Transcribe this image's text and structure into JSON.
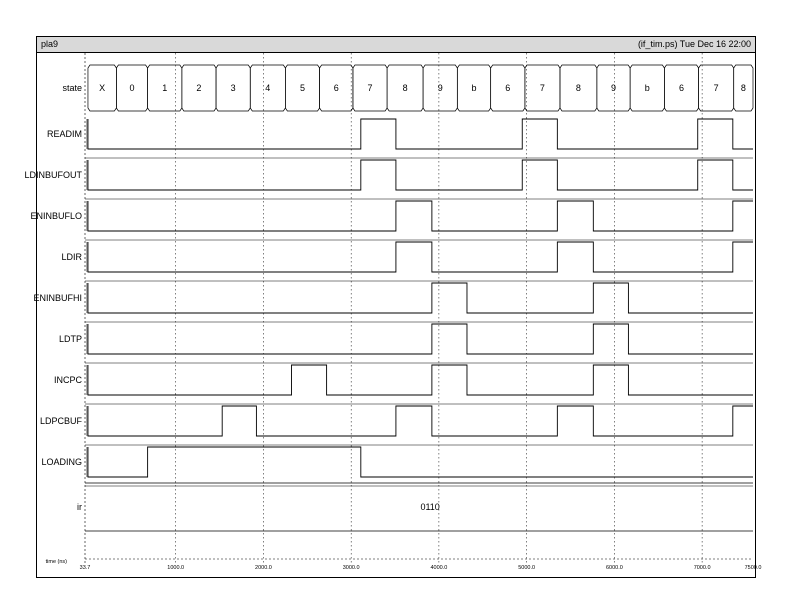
{
  "header": {
    "left_title": "pla9",
    "right_title": "(if_tim.ps)  Tue Dec 16 22:00"
  },
  "state_bus": {
    "label": "state",
    "values": [
      "X",
      "0",
      "1",
      "2",
      "3",
      "4",
      "5",
      "6",
      "7",
      "8",
      "9",
      "b",
      "6",
      "7",
      "8",
      "9",
      "b",
      "6",
      "7",
      "8"
    ],
    "times": [
      0,
      324,
      680,
      1070,
      1460,
      1850,
      2250,
      2640,
      3020,
      3410,
      3820,
      4210,
      4590,
      4980,
      5380,
      5800,
      6180,
      6570,
      6960,
      7360
    ]
  },
  "signals": [
    {
      "name": "READIM",
      "transitions": [
        [
          3110,
          1
        ],
        [
          3510,
          0
        ],
        [
          4950,
          1
        ],
        [
          5350,
          0
        ],
        [
          6950,
          1
        ],
        [
          7350,
          0
        ]
      ]
    },
    {
      "name": "LDINBUFOUT",
      "transitions": [
        [
          3110,
          1
        ],
        [
          3510,
          0
        ],
        [
          4950,
          1
        ],
        [
          5350,
          0
        ],
        [
          6950,
          1
        ],
        [
          7350,
          0
        ]
      ]
    },
    {
      "name": "ENINBUFLO",
      "transitions": [
        [
          3510,
          1
        ],
        [
          3920,
          0
        ],
        [
          5350,
          1
        ],
        [
          5760,
          0
        ],
        [
          7350,
          1
        ]
      ]
    },
    {
      "name": "LDIR",
      "transitions": [
        [
          3510,
          1
        ],
        [
          3920,
          0
        ],
        [
          5350,
          1
        ],
        [
          5760,
          0
        ],
        [
          7350,
          1
        ]
      ]
    },
    {
      "name": "ENINBUFHI",
      "transitions": [
        [
          3920,
          1
        ],
        [
          4320,
          0
        ],
        [
          5760,
          1
        ],
        [
          6160,
          0
        ]
      ]
    },
    {
      "name": "LDTP",
      "transitions": [
        [
          3920,
          1
        ],
        [
          4320,
          0
        ],
        [
          5760,
          1
        ],
        [
          6160,
          0
        ]
      ]
    },
    {
      "name": "INCPC",
      "transitions": [
        [
          2320,
          1
        ],
        [
          2720,
          0
        ],
        [
          3920,
          1
        ],
        [
          4320,
          0
        ],
        [
          5760,
          1
        ],
        [
          6160,
          0
        ]
      ]
    },
    {
      "name": "LDPCBUF",
      "transitions": [
        [
          1530,
          1
        ],
        [
          1920,
          0
        ],
        [
          3510,
          1
        ],
        [
          3920,
          0
        ],
        [
          5350,
          1
        ],
        [
          5760,
          0
        ],
        [
          7350,
          1
        ]
      ]
    },
    {
      "name": "LOADING",
      "transitions": [
        [
          0,
          0
        ],
        [
          680,
          1
        ],
        [
          3110,
          0
        ]
      ],
      "initial": 0
    }
  ],
  "ir_bus": {
    "label": "ir",
    "value": "0110"
  },
  "time_axis": {
    "label": "time (ns)",
    "range": [
      -33.7,
      7580.0
    ],
    "ticks": [
      {
        "value": -33.7,
        "label": "33.7"
      },
      {
        "value": 1000,
        "label": "1000.0"
      },
      {
        "value": 2000,
        "label": "2000.0"
      },
      {
        "value": 3000,
        "label": "3000.0"
      },
      {
        "value": 4000,
        "label": "4000.0"
      },
      {
        "value": 5000,
        "label": "5000.0"
      },
      {
        "value": 6000,
        "label": "6000.0"
      },
      {
        "value": 7000,
        "label": "7000.0"
      },
      {
        "value": 7580,
        "label": "7500.0"
      }
    ],
    "gridlines": [
      1000,
      2000,
      3000,
      4000,
      5000,
      6000,
      7000
    ]
  },
  "colors": {
    "unknown_block": "#aaaaaa",
    "line": "#000000",
    "titlebar": "#d9d9d9"
  }
}
